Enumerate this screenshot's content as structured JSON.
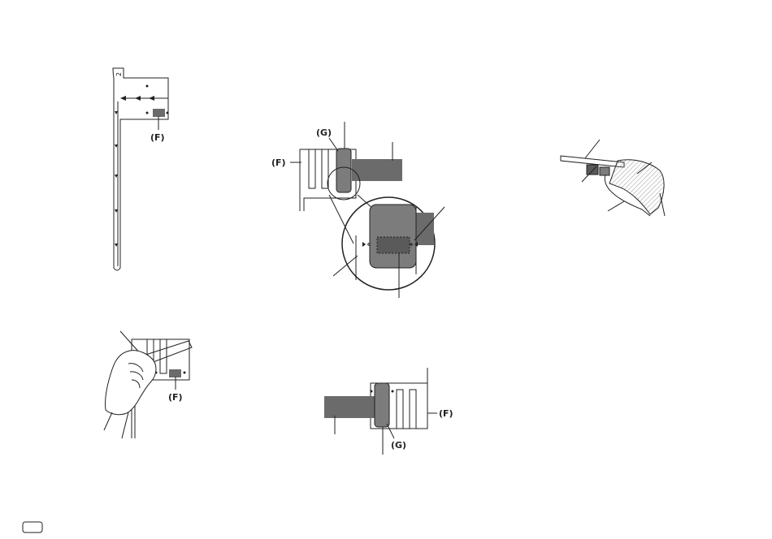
{
  "labels": {
    "film_f": "(F)",
    "antenna_g": "(G)",
    "strip_number": "2"
  },
  "colors": {
    "ink": "#231f20",
    "amplifier": "#6b6b6b",
    "connector": "#7c7c7c",
    "hatch": "#9a9a9a"
  }
}
